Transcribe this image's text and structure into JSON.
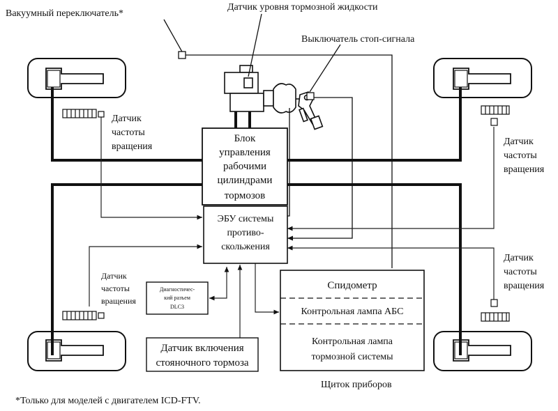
{
  "labels": {
    "vacuum_switch": "Вакуумный переключатель*",
    "brake_fluid_sensor": "Датчик уровня тормозной жидкости",
    "stop_switch": "Выключатель стоп-сигнала",
    "speed_sensor_top_left": [
      "Датчик",
      "частоты",
      "вращения"
    ],
    "speed_sensor_top_right": [
      "Датчик",
      "частоты",
      "вращения"
    ],
    "speed_sensor_bottom_left": [
      "Датчик",
      "частоты",
      "вращения"
    ],
    "speed_sensor_bottom_right": [
      "Датчик",
      "частоты",
      "вращения"
    ],
    "actuator_block": [
      "Блок",
      "управления",
      "рабочими",
      "цилиндрами",
      "тормозов"
    ],
    "ecu_block": [
      "ЭБУ системы",
      "противо-",
      "скольжения"
    ],
    "diag_connector": [
      "Диагностичес-",
      "кий разъем",
      "DLC3"
    ],
    "parking_brake_sensor": [
      "Датчик включения",
      "стояночного тормоза"
    ],
    "speedometer": "Спидометр",
    "abs_lamp": "Контрольная лампа АБС",
    "brake_lamp": [
      "Контрольная лампа",
      "тормозной системы"
    ],
    "instrument_panel": "Щиток приборов",
    "footnote": "*Только для моделей с двигателем ICD-FTV."
  }
}
